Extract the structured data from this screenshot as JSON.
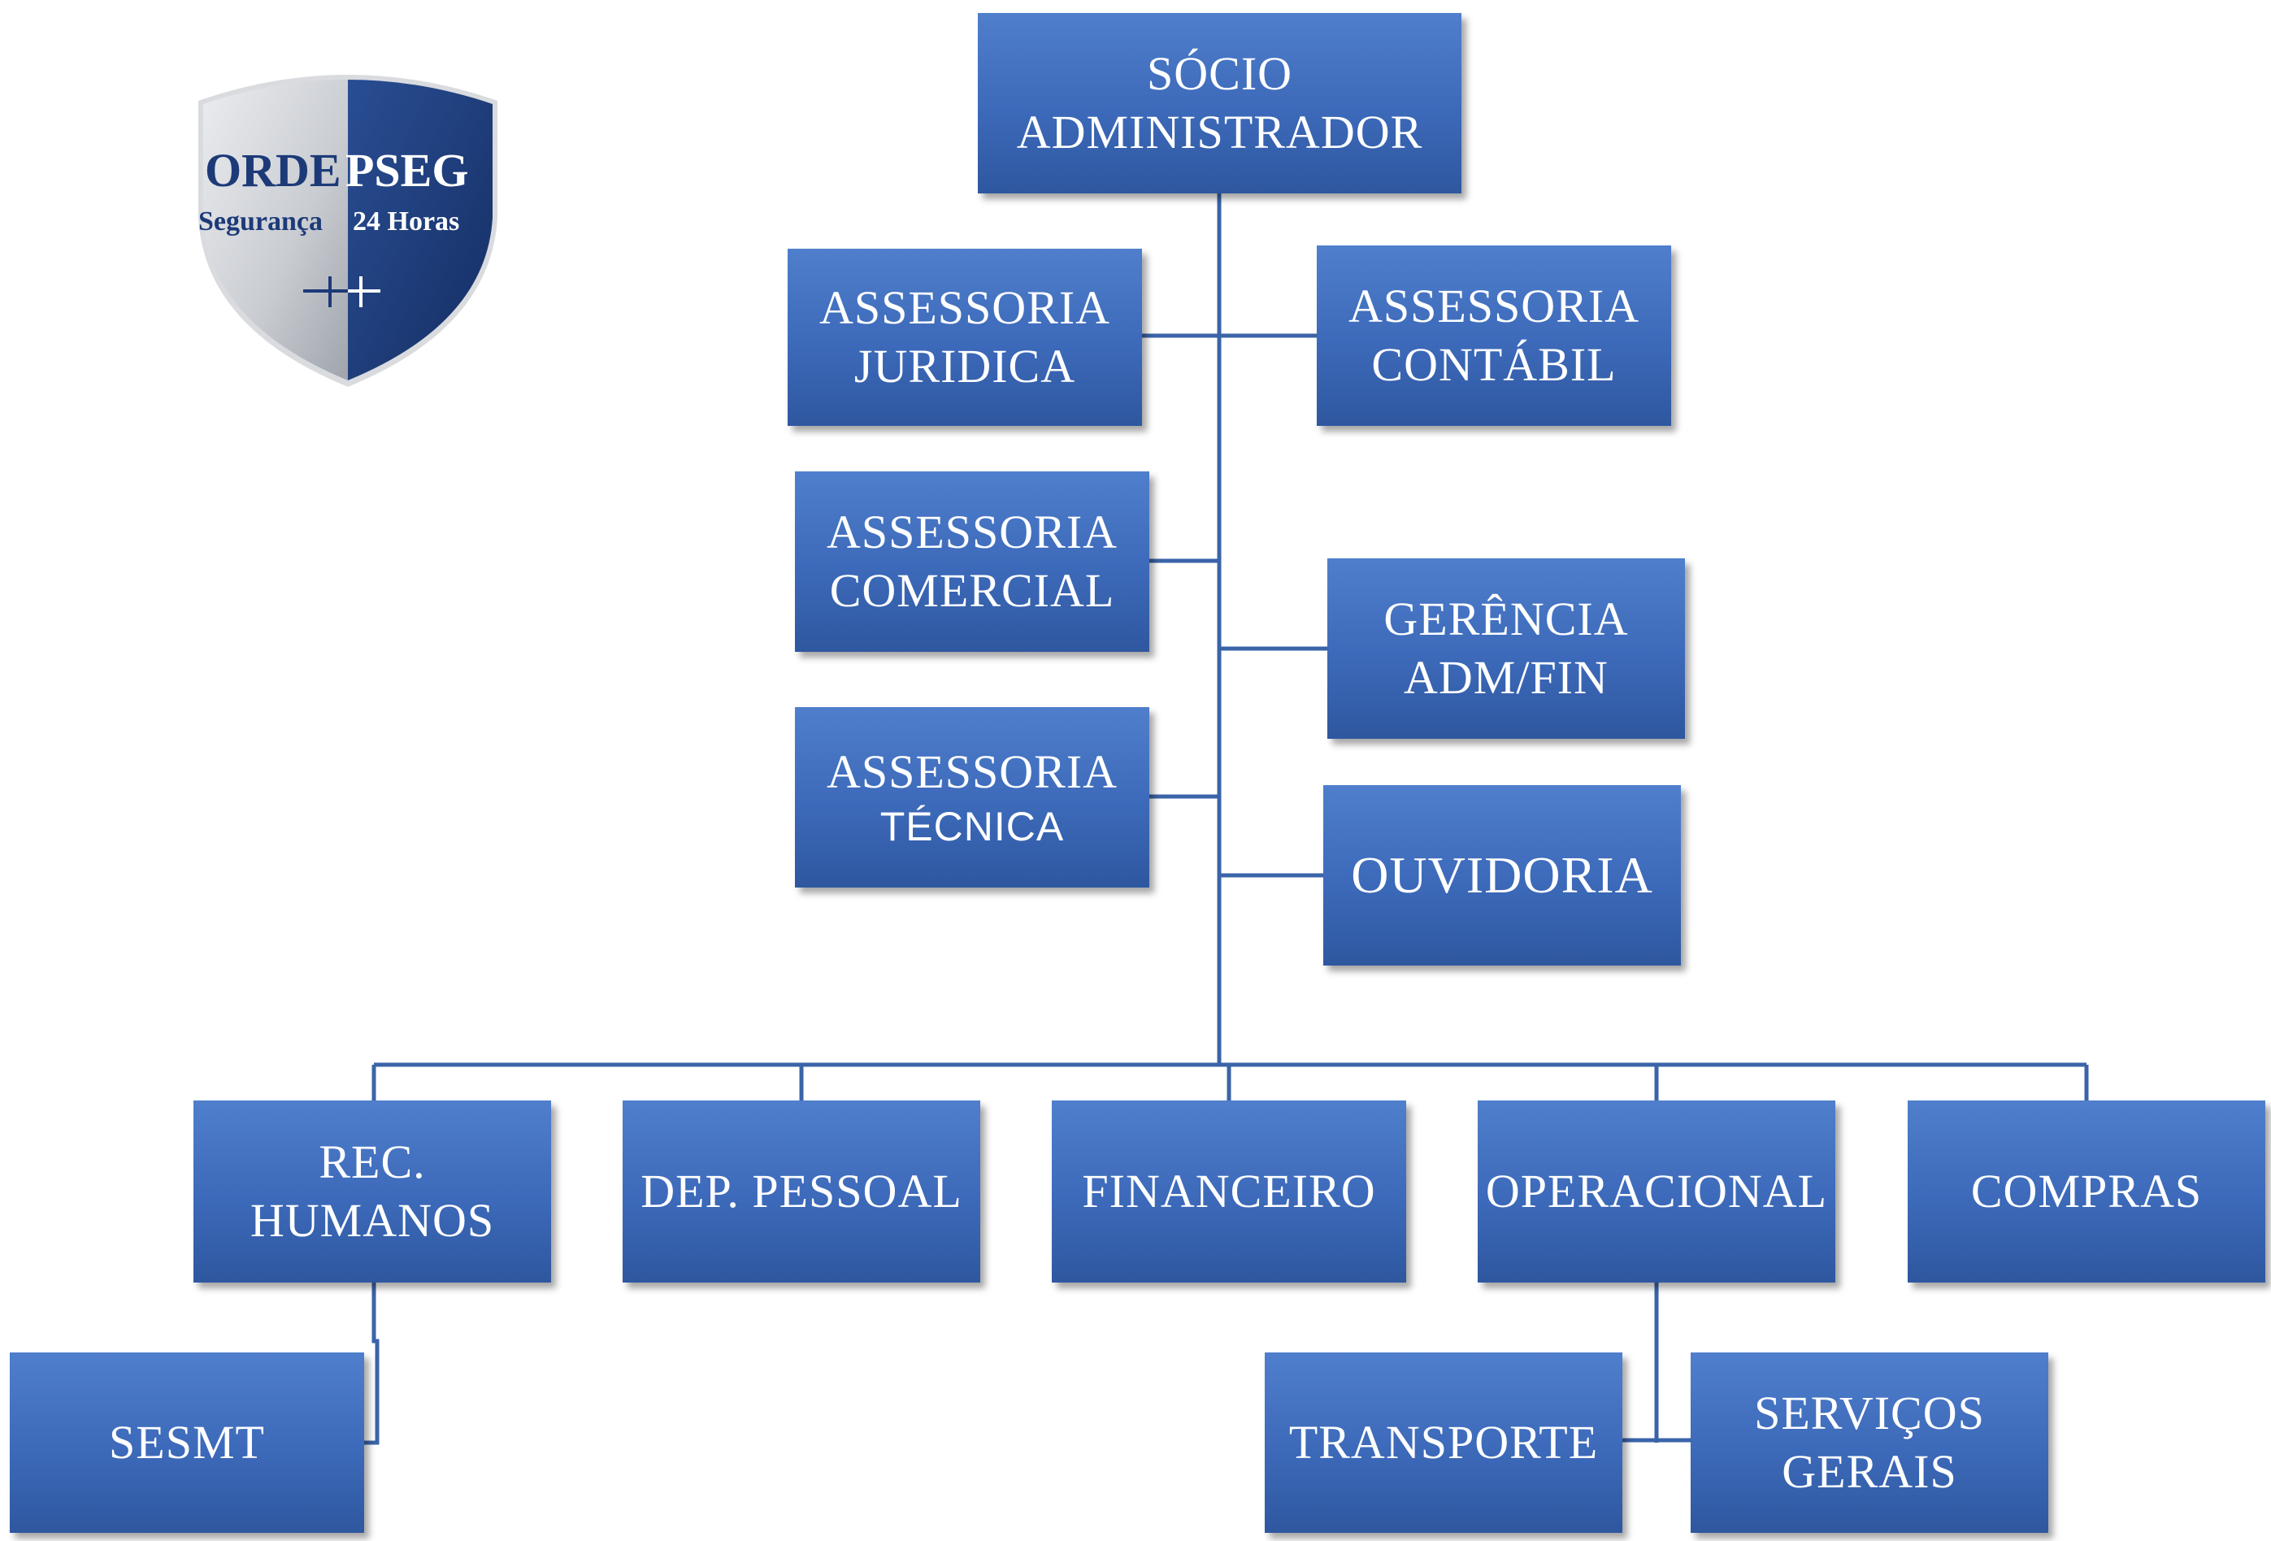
{
  "logo": {
    "brand_left": "ORDE",
    "brand_right": "PSEG",
    "tagline_left": "Segurança",
    "tagline_right": "24 Horas",
    "colors": {
      "silver": "#c9ccd1",
      "navy": "#1d3a78"
    }
  },
  "colors": {
    "box_top": "#4f7fcc",
    "box_bottom": "#2e579f",
    "connector": "#3b64a8",
    "text": "#ffffff"
  },
  "nodes": {
    "socio": {
      "line1": "SÓCIO",
      "line2": "ADMINISTRADOR"
    },
    "juridica": {
      "line1": "ASSESSORIA",
      "line2": "JURIDICA"
    },
    "contabil": {
      "line1": "ASSESSORIA",
      "line2": "CONTÁBIL"
    },
    "comercial": {
      "line1": "ASSESSORIA",
      "line2": "COMERCIAL"
    },
    "gerencia": {
      "line1": "GERÊNCIA",
      "line2": "ADM/FIN"
    },
    "tecnica": {
      "line1": "ASSESSORIA",
      "line2": "TÉCNICA"
    },
    "ouvidoria": {
      "line1": "OUVIDORIA"
    },
    "rh": {
      "line1": "REC.",
      "line2": "HUMANOS"
    },
    "dp": {
      "line1": "DEP. PESSOAL"
    },
    "financeiro": {
      "line1": "FINANCEIRO"
    },
    "operacional": {
      "line1": "OPERACIONAL"
    },
    "compras": {
      "line1": "COMPRAS"
    },
    "sesmt": {
      "line1": "SESMT"
    },
    "transporte": {
      "line1": "TRANSPORTE"
    },
    "servicos": {
      "line1": "SERVIÇOS",
      "line2": "GERAIS"
    }
  }
}
